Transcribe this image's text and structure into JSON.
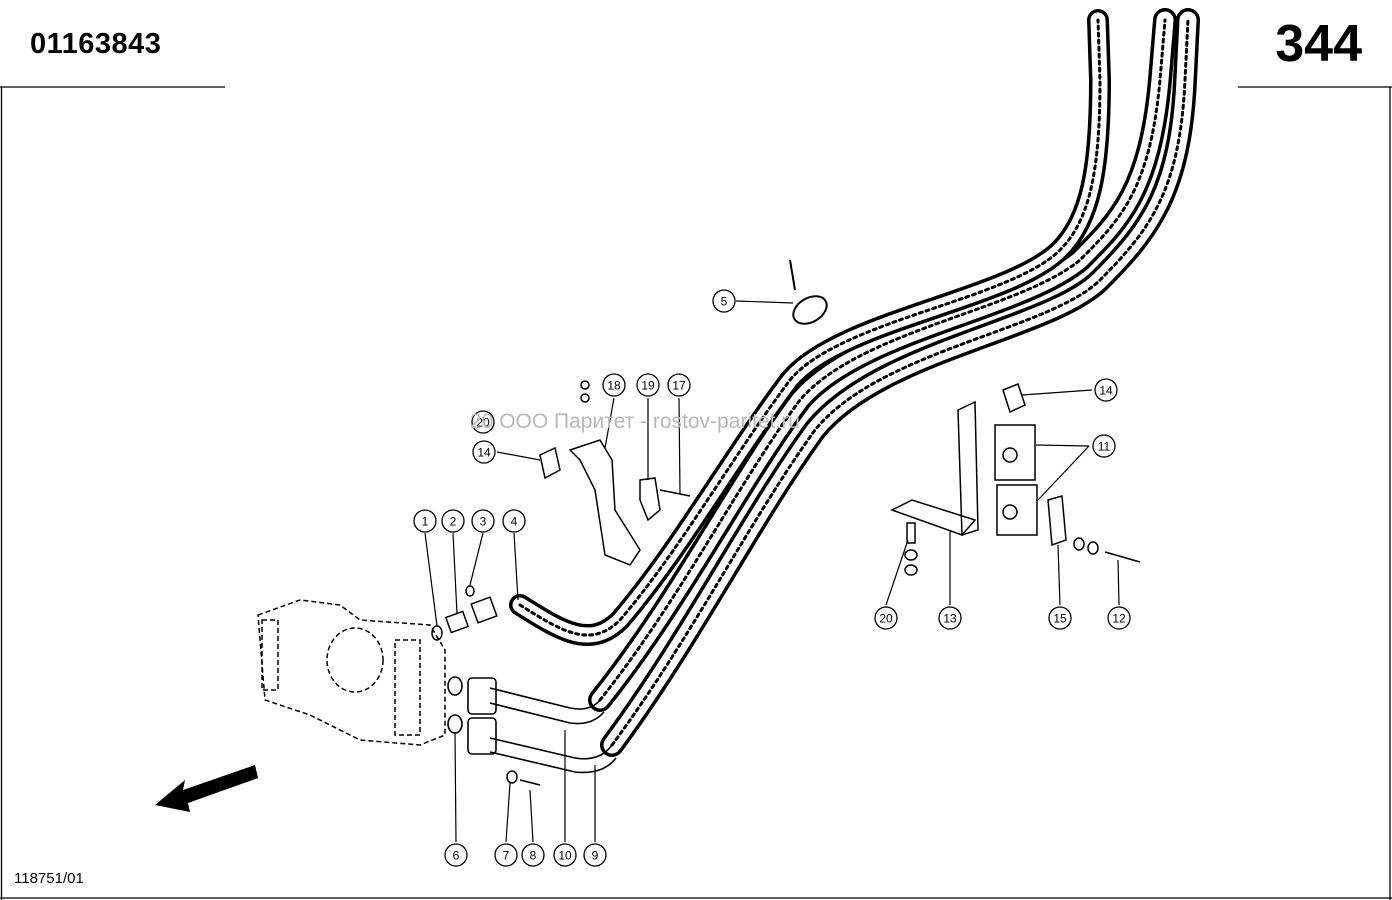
{
  "header": {
    "part_number": "01163843",
    "page_number": "344"
  },
  "footer": {
    "drawing_id": "118751/01"
  },
  "watermark": "20 ООО Паритет - rostov-paritet.ru",
  "callouts": [
    {
      "label": "1"
    },
    {
      "label": "2"
    },
    {
      "label": "3"
    },
    {
      "label": "4"
    },
    {
      "label": "5"
    },
    {
      "label": "6"
    },
    {
      "label": "7"
    },
    {
      "label": "8"
    },
    {
      "label": "10"
    },
    {
      "label": "9"
    },
    {
      "label": "11"
    },
    {
      "label": "12"
    },
    {
      "label": "13"
    },
    {
      "label": "14"
    },
    {
      "label": "14"
    },
    {
      "label": "15"
    },
    {
      "label": "17"
    },
    {
      "label": "18"
    },
    {
      "label": "19"
    },
    {
      "label": "20"
    },
    {
      "label": "20"
    }
  ]
}
